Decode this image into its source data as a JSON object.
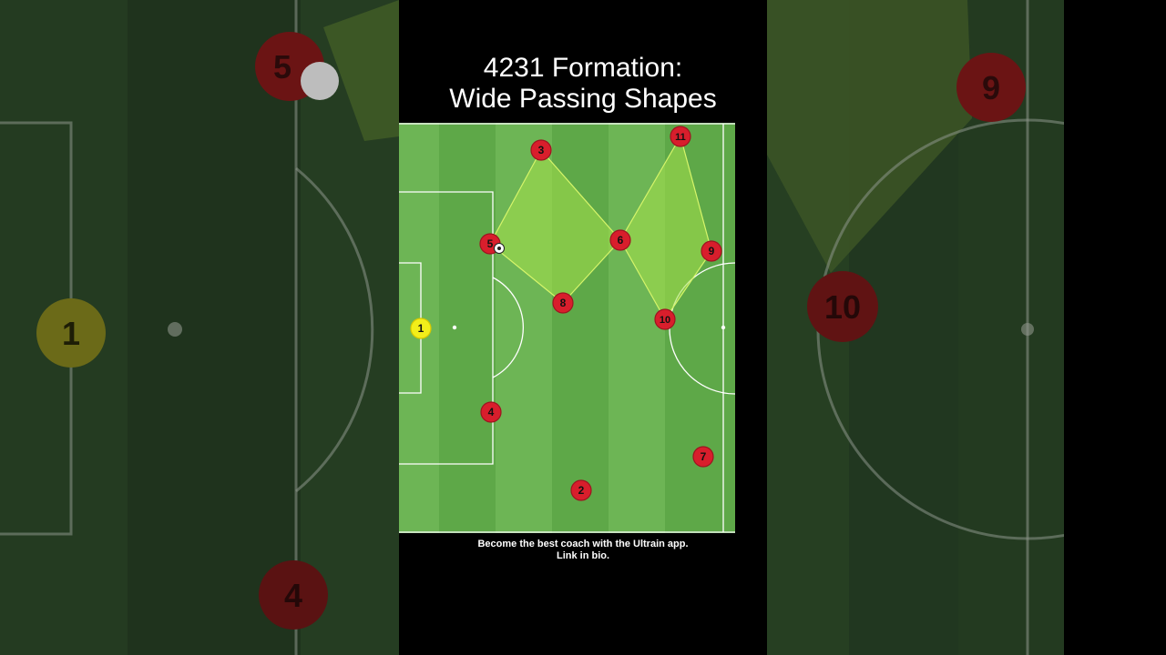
{
  "title": {
    "line1": "4231 Formation:",
    "line2": "Wide Passing Shapes"
  },
  "caption": {
    "line1": "Become the best coach with the Ultrain app.",
    "line2": "Link in bio."
  },
  "colors": {
    "pitch_light": "#6db555",
    "pitch_dark": "#5ea848",
    "player_red": "#d81e2c",
    "goalkeeper_yellow": "#f2ee1a",
    "shape_fill": "#a6e04a",
    "shape_stroke": "#d6f56a",
    "line_white": "#ffffff"
  },
  "players": [
    {
      "number": "1",
      "role": "goalkeeper"
    },
    {
      "number": "2",
      "role": "outfield"
    },
    {
      "number": "3",
      "role": "outfield"
    },
    {
      "number": "4",
      "role": "outfield"
    },
    {
      "number": "5",
      "role": "outfield",
      "has_ball": true
    },
    {
      "number": "6",
      "role": "outfield"
    },
    {
      "number": "7",
      "role": "outfield"
    },
    {
      "number": "8",
      "role": "outfield"
    },
    {
      "number": "9",
      "role": "outfield"
    },
    {
      "number": "10",
      "role": "outfield"
    },
    {
      "number": "11",
      "role": "outfield"
    }
  ],
  "passing_shapes": [
    {
      "name": "left-diamond",
      "players": [
        "5",
        "3",
        "6",
        "8"
      ]
    },
    {
      "name": "right-diamond",
      "players": [
        "10",
        "6",
        "11",
        "9"
      ]
    }
  ],
  "background_players": [
    {
      "number": "5"
    },
    {
      "number": "1"
    },
    {
      "number": "4"
    },
    {
      "number": "9"
    },
    {
      "number": "10"
    }
  ]
}
